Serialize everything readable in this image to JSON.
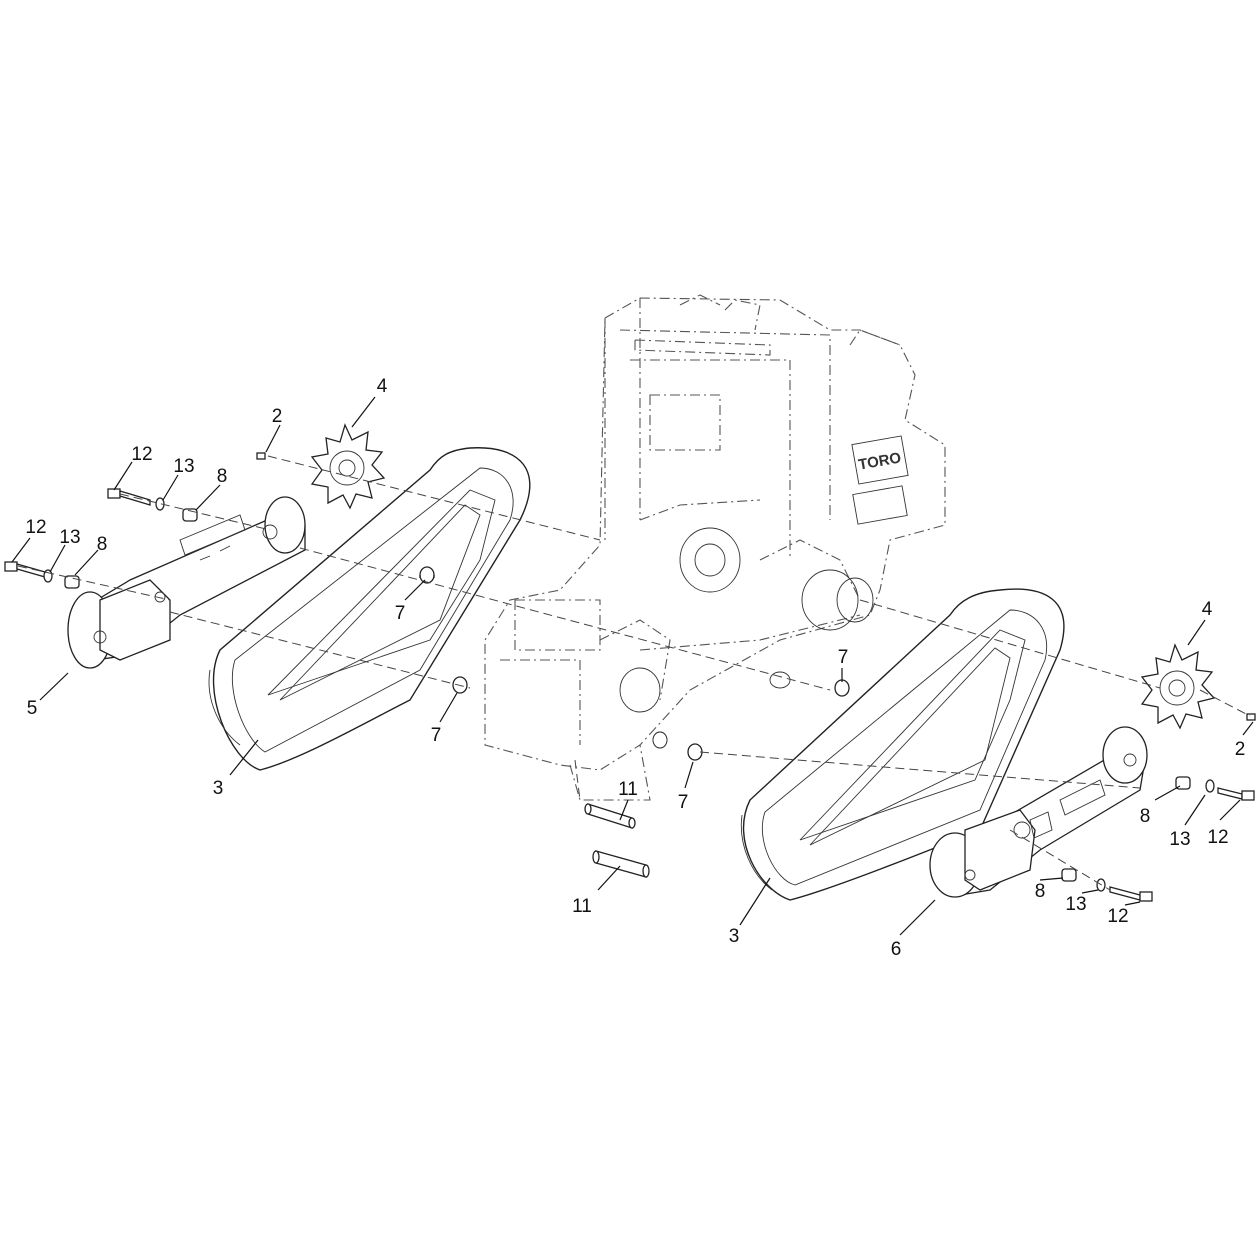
{
  "callouts": [
    {
      "id": "c2a",
      "label": "2"
    },
    {
      "id": "c4a",
      "label": "4"
    },
    {
      "id": "c12a",
      "label": "12"
    },
    {
      "id": "c13a",
      "label": "13"
    },
    {
      "id": "c8a",
      "label": "8"
    },
    {
      "id": "c12b",
      "label": "12"
    },
    {
      "id": "c13b",
      "label": "13"
    },
    {
      "id": "c8b",
      "label": "8"
    },
    {
      "id": "c7a",
      "label": "7"
    },
    {
      "id": "c5",
      "label": "5"
    },
    {
      "id": "c7b",
      "label": "7"
    },
    {
      "id": "c3a",
      "label": "3"
    },
    {
      "id": "c7c",
      "label": "7"
    },
    {
      "id": "c4b",
      "label": "4"
    },
    {
      "id": "c2b",
      "label": "2"
    },
    {
      "id": "c7d",
      "label": "7"
    },
    {
      "id": "c11a",
      "label": "11"
    },
    {
      "id": "c11b",
      "label": "11"
    },
    {
      "id": "c8c",
      "label": "8"
    },
    {
      "id": "c13c",
      "label": "13"
    },
    {
      "id": "c12c",
      "label": "12"
    },
    {
      "id": "c8d",
      "label": "8"
    },
    {
      "id": "c13d",
      "label": "13"
    },
    {
      "id": "c12d",
      "label": "12"
    },
    {
      "id": "c3b",
      "label": "3"
    },
    {
      "id": "c6",
      "label": "6"
    }
  ],
  "logo": {
    "text": "TORO"
  },
  "colors": {
    "line": "#222222",
    "background": "#ffffff"
  }
}
